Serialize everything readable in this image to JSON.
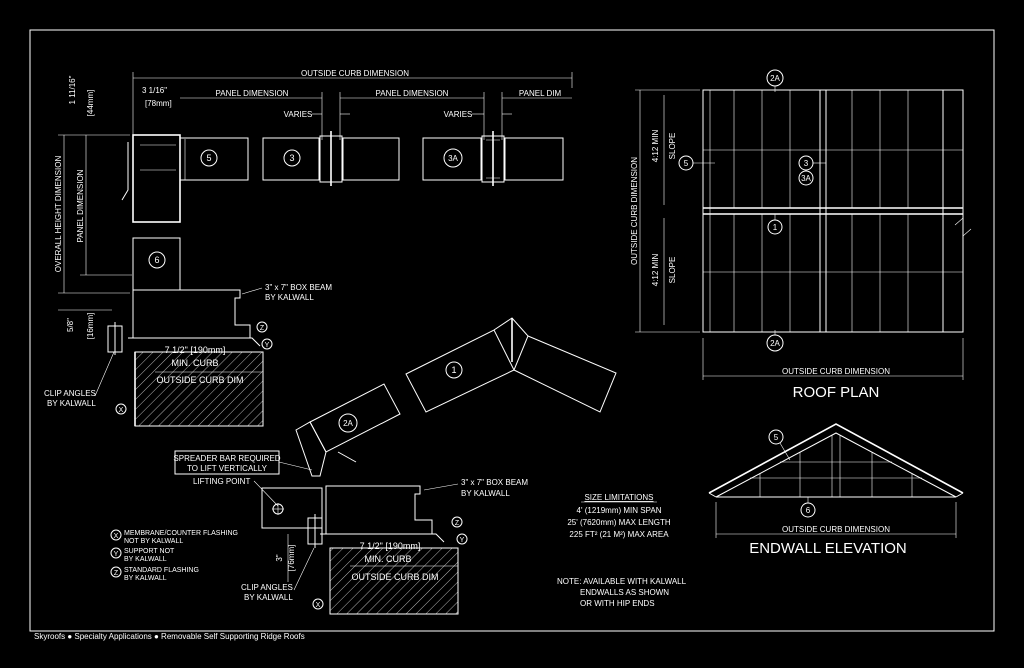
{
  "dim": {
    "outside_curb_dimension": "OUTSIDE CURB DIMENSION",
    "w1": "3 1/16\"",
    "w1_mm": "[78mm]",
    "panel_dimension": "PANEL DIMENSION",
    "panel_dim": "PANEL DIM",
    "varies": "VARIES",
    "h1": "1 11/16\"",
    "h1_mm": "[44mm]",
    "overall_height_dimension": "OVERALL HEIGHT DIMENSION",
    "h2": "5/8\"",
    "h2_mm": "[16mm]",
    "min_curb": "7 1/2\" [190mm]",
    "min_curb_label": "MIN. CURB",
    "outside_curb_dim": "OUTSIDE CURB DIM",
    "h3": "3\"",
    "h3_mm": "[76mm]"
  },
  "labels": {
    "box_beam": "3\" x 7\" BOX BEAM",
    "by_kalwall": "BY KALWALL",
    "clip_angles": "CLIP ANGLES",
    "spreader_1": "SPREADER BAR REQUIRED",
    "spreader_2": "TO LIFT VERTICALLY",
    "lifting_point": "LIFTING POINT"
  },
  "markers": {
    "m1": "1",
    "m2a": "2A",
    "m3": "3",
    "m3a": "3A",
    "m5": "5",
    "m6": "6",
    "x": "X",
    "y": "Y",
    "z": "Z"
  },
  "legend": {
    "x_1": "MEMBRANE/COUNTER FLASHING",
    "x_2": "NOT BY KALWALL",
    "y_1": "SUPPORT NOT",
    "y_2": "BY KALWALL",
    "z_1": "STANDARD FLASHING",
    "z_2": "BY KALWALL"
  },
  "size_limits": {
    "title": "SIZE LIMITATIONS",
    "l1": "4' (1219mm) MIN SPAN",
    "l2": "25' (7620mm) MAX LENGTH",
    "l3": "225 FT² (21 M²) MAX AREA"
  },
  "note": {
    "l1": "NOTE: AVAILABLE WITH KALWALL",
    "l2": "ENDWALLS AS SHOWN",
    "l3": "OR WITH HIP ENDS"
  },
  "roof_plan": {
    "title": "ROOF PLAN",
    "slope_pitch": "4:12 MIN",
    "slope": "SLOPE"
  },
  "endwall": {
    "title": "ENDWALL ELEVATION"
  },
  "footer": "Skyroofs  ●  Specialty Applications  ●  Removable Self Supporting Ridge Roofs"
}
